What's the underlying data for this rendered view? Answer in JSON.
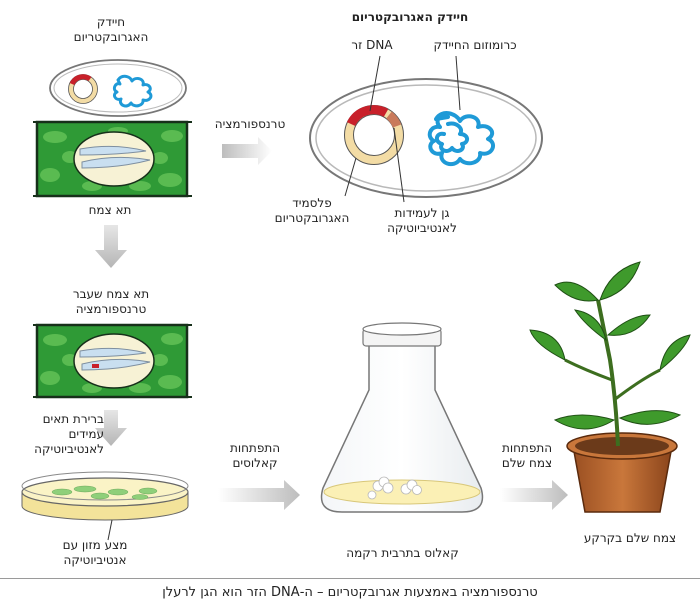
{
  "labels": {
    "bacterium_title": "חיידק האגרובקטריום",
    "gene_label": "DNA זר",
    "chromosome_label": "כרומוזום החיידק",
    "plasmid_label": "פלסמיד\nהאגרובקטריום",
    "antibiotic_gene_label": "גן לעמידות\nלאנטיביוטיקה",
    "top_left_bacterium": "חיידק\nהאגרובקטריום",
    "transformation_arrow": "טרנספורמציה",
    "plant_cell": "תא צמח",
    "transformed_cell": "תא צמח שעבר\nטרנספורמציה",
    "selection_label": "ברירת תאים\nעמידים\nלאנטיביוטיקה",
    "medium_label": "מצע מזון עם\nאנטיביוטיקה",
    "callus_development": "התפתחות\nקאלוסים",
    "flask_label": "קאלוס בתרבית רקמה",
    "plant_development": "התפתחות\nצמח שלם",
    "plant_label": "צמח שלם בקרקע"
  },
  "caption": "טרנספורמציה באמצעות אגרובקטריום – ה-DNA הזר הוא הגן לרעלן"
}
